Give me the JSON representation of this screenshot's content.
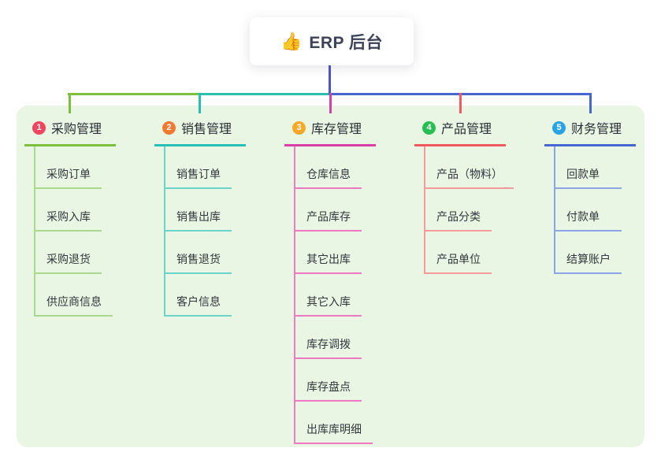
{
  "root": {
    "icon": "👍",
    "label": "ERP 后台"
  },
  "colors": {
    "panel_bg": "#e9f6e3",
    "root_stem": "#4a54c8",
    "root_card_bg": "#ffffff",
    "title_text": "#2b2f36",
    "child_text": "#33373e"
  },
  "branches": [
    {
      "index": "1",
      "label": "采购管理",
      "badge_color": "#f0455e",
      "line_color": "#7cc13e",
      "child_line_color": "#abd88c",
      "children": [
        "采购订单",
        "采购入库",
        "采购退货",
        "供应商信息"
      ]
    },
    {
      "index": "2",
      "label": "销售管理",
      "badge_color": "#f47932",
      "line_color": "#29bfb4",
      "child_line_color": "#6bd3c9",
      "children": [
        "销售订单",
        "销售出库",
        "销售退货",
        "客户信息"
      ]
    },
    {
      "index": "3",
      "label": "库存管理",
      "badge_color": "#f7a829",
      "line_color": "#d840a6",
      "child_line_color": "#ef7cc2",
      "children": [
        "仓库信息",
        "产品库存",
        "其它出库",
        "其它入库",
        "库存调拨",
        "库存盘点",
        "出库库明细"
      ]
    },
    {
      "index": "4",
      "label": "产品管理",
      "badge_color": "#27be52",
      "line_color": "#f05a60",
      "child_line_color": "#f59b9b",
      "children": [
        "产品（物料）",
        "产品分类",
        "产品单位"
      ]
    },
    {
      "index": "5",
      "label": "财务管理",
      "badge_color": "#29a3e3",
      "line_color": "#4567d2",
      "child_line_color": "#8ba5e6",
      "children": [
        "回款单",
        "付款单",
        "结算账户"
      ]
    }
  ]
}
